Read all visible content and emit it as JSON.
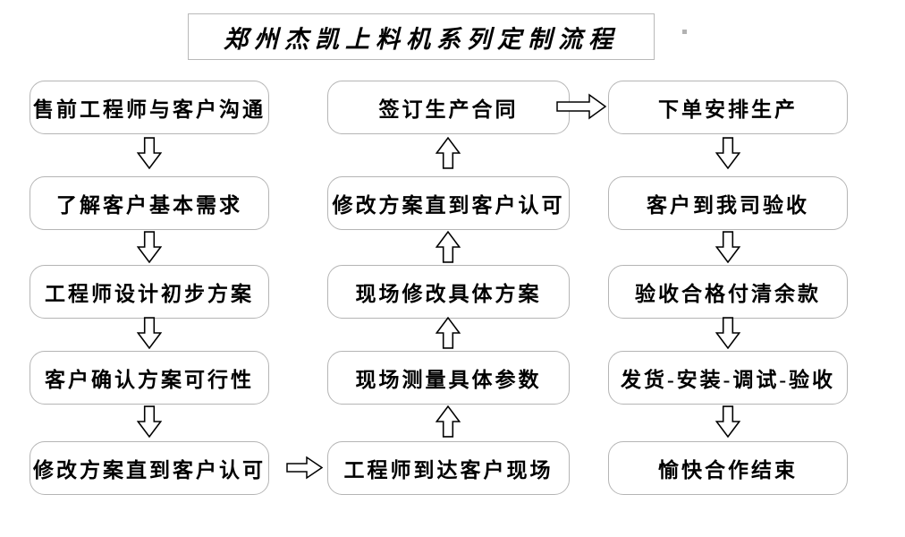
{
  "title": {
    "text": "郑州杰凯上料机系列定制流程"
  },
  "columns": {
    "left": {
      "direction": "down",
      "steps": [
        "售前工程师与客户沟通",
        "了解客户基本需求",
        "工程师设计初步方案",
        "客户确认方案可行性",
        "修改方案直到客户认可"
      ]
    },
    "middle": {
      "direction": "up",
      "steps": [
        "签订生产合同",
        "修改方案直到客户认可",
        "现场修改具体方案",
        "现场测量具体参数",
        "工程师到达客户现场"
      ]
    },
    "right": {
      "direction": "down",
      "steps": [
        "下单安排生产",
        "客户到我司验收",
        "验收合格付清余款",
        "发货-安装-调试-验收",
        "愉快合作结束"
      ]
    }
  },
  "connectors": {
    "left_bottom_to_middle_bottom": "right-arrow",
    "middle_top_to_right_top": "right-arrow"
  },
  "colors": {
    "background": "#ffffff",
    "box_border": "#b5b5b5",
    "title_border": "#b9b9b9",
    "text": "#000000",
    "arrow_outline": "#000000",
    "arrow_fill": "#ffffff"
  }
}
